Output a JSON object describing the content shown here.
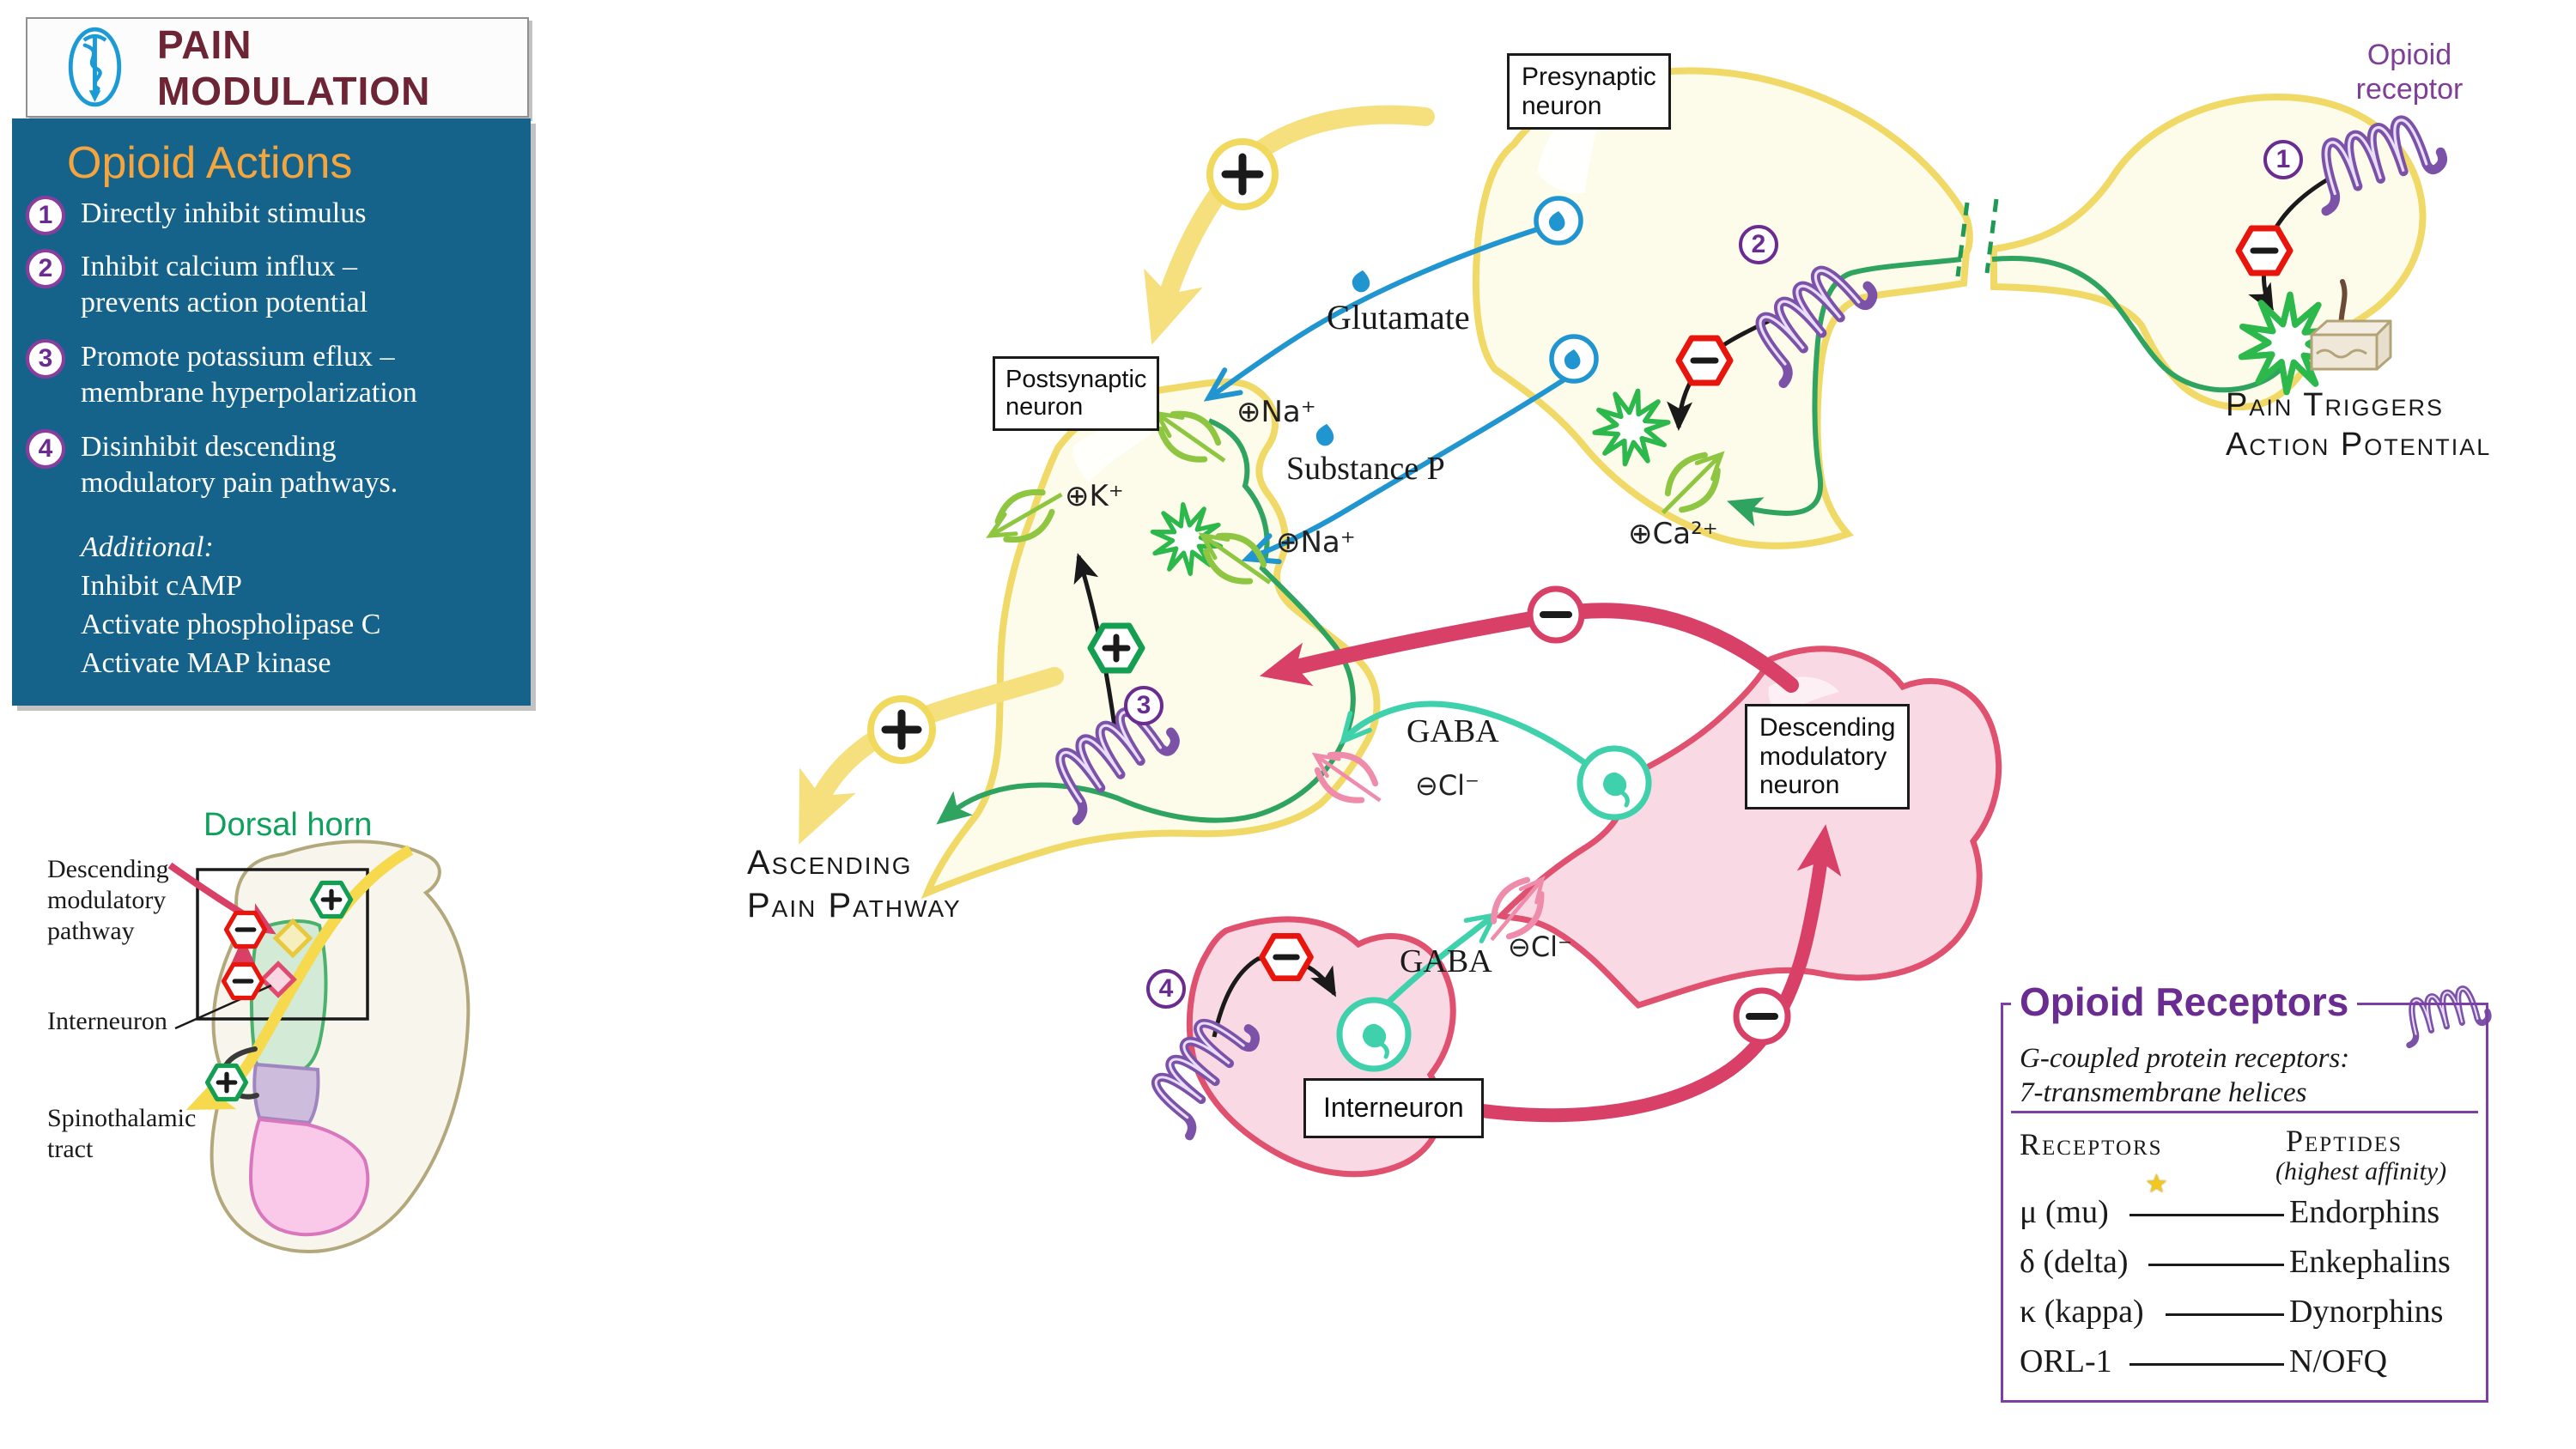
{
  "header": {
    "title": "PAIN MODULATION"
  },
  "actions": {
    "heading": "Opioid Actions",
    "items": [
      {
        "num": "1",
        "line1": "Directly inhibit stimulus",
        "line2": ""
      },
      {
        "num": "2",
        "line1": "Inhibit calcium influx –",
        "line2": "prevents action potential"
      },
      {
        "num": "3",
        "line1": "Promote potassium eflux –",
        "line2": "membrane hyperpolarization"
      },
      {
        "num": "4",
        "line1": "Disinhibit descending",
        "line2": "modulatory pain pathways."
      }
    ],
    "additional_label": "Additional:",
    "additional": [
      "Inhibit cAMP",
      "Activate phospholipase C",
      "Activate MAP kinase"
    ]
  },
  "dorsal_horn": {
    "title": "Dorsal horn",
    "descending_1": "Descending",
    "descending_2": "modulatory",
    "descending_3": "pathway",
    "interneuron": "Interneuron",
    "spino_1": "Spinothalamic",
    "spino_2": "tract"
  },
  "d": {
    "presynaptic_1": "Presynaptic",
    "presynaptic_2": "neuron",
    "postsynaptic_1": "Postsynaptic",
    "postsynaptic_2": "neuron",
    "descending_1": "Descending",
    "descending_2": "modulatory",
    "descending_3": "neuron",
    "interneuron": "Interneuron",
    "opioid_receptor_1": "Opioid",
    "opioid_receptor_2": "receptor",
    "glutamate": "Glutamate",
    "substance_p": "Substance P",
    "gaba1": "GABA",
    "gaba2": "GABA",
    "na1": "⊕Na⁺",
    "na2": "⊕Na⁺",
    "k": "⊕K⁺",
    "ca": "⊕Ca²⁺",
    "cl1": "⊖Cl⁻",
    "cl2": "⊖Cl⁻",
    "step1": "1",
    "step2": "2",
    "step3": "3",
    "step4": "4",
    "ascending_1": "Ascending",
    "ascending_2": "Pain Pathway",
    "pain_1": "Pain Triggers",
    "pain_2": "Action Potential"
  },
  "receptors_panel": {
    "title": "Opioid Receptors",
    "subtitle_1": "G-coupled protein receptors:",
    "subtitle_2": "7-transmembrane helices",
    "col_receptors": "Receptors",
    "col_peptides": "Peptides",
    "col_peptides_note": "(highest affinity)",
    "rows": [
      {
        "receptor": "μ (mu)",
        "peptide": "Endorphins"
      },
      {
        "receptor": "δ (delta)",
        "peptide": "Enkephalins"
      },
      {
        "receptor": "κ (kappa)",
        "peptide": "Dynorphins"
      },
      {
        "receptor": "ORL-1",
        "peptide": "N/OFQ"
      }
    ]
  },
  "icons": {
    "star": "★"
  },
  "colors": {
    "panel_blue": "#15638b",
    "heading_orange": "#f4a53d",
    "title_maroon": "#6d2435",
    "membrane_yellow": "#f0d967",
    "neuron_fill": "#fdfbe9",
    "signal_green": "#2fa360",
    "channel_green": "#8ec641",
    "starburst_green": "#2db84b",
    "vesicle_blue": "#2095cf",
    "gpcr_purple": "#7b52a8",
    "number_purple": "#6a2c91",
    "stop_red": "#e8150d",
    "go_green_hex": "#149e52",
    "crimson": "#d84067",
    "pink_fill": "#f8d9e4",
    "teal_gaba": "#3fd0ac",
    "cl_pink": "#f08cab",
    "panel_purple": "#7c3fa5",
    "dorsal_green_text": "#0ea05c",
    "cord_tan": "#b3a87c"
  }
}
